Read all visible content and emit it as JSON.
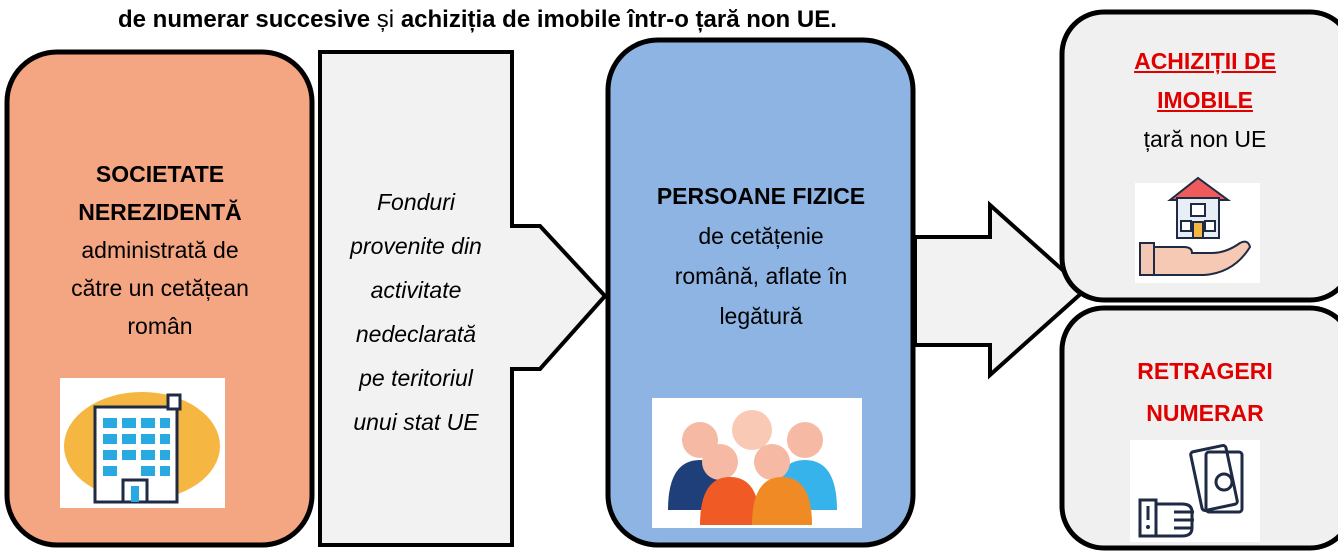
{
  "title": {
    "part1": "de numerar succesive",
    "part2": " și ",
    "part3": "achiziția de imobile într-o țară non UE."
  },
  "company_box": {
    "heading_line1": "SOCIETATE",
    "heading_line2": "NEREZIDENTĂ",
    "text_line1": "administrată de",
    "text_line2": "către un cetățean",
    "text_line3": "român",
    "icon": "office-building-icon",
    "fill": "#f4a582"
  },
  "funds_arrow": {
    "line1": "Fonduri",
    "line2": "provenite din",
    "line3": "activitate",
    "line4": "nedeclarată",
    "line5": "pe teritoriul",
    "line6": "unui stat UE"
  },
  "persons_box": {
    "heading": "PERSOANE FIZICE",
    "text_line1": "de cetățenie",
    "text_line2": "română, aflate în",
    "text_line3": "legătură",
    "icon": "people-group-icon",
    "fill": "#8eb4e3"
  },
  "real_estate_box": {
    "heading_line1": "ACHIZIȚII DE",
    "heading_line2": "IMOBILE",
    "text": "țară non UE",
    "icon": "house-in-hand-icon"
  },
  "cash_box": {
    "heading_line1": "RETRAGERI",
    "heading_line2": "NUMERAR",
    "icon": "cash-withdrawal-icon"
  },
  "colors": {
    "accent_red": "#e00000",
    "box_grey": "#f0f0f0",
    "outline": "#000000"
  }
}
